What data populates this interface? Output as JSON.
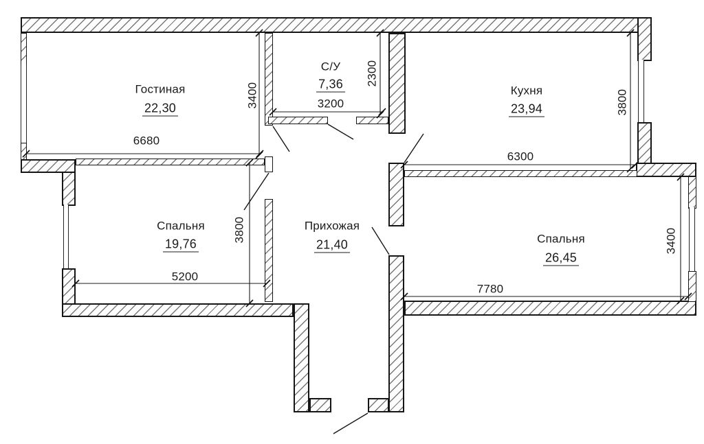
{
  "plan": {
    "title": "apartment-floor-plan",
    "rooms": [
      {
        "id": "gostinaya",
        "name": "Гостиная",
        "area": "22,30"
      },
      {
        "id": "su",
        "name": "С/У",
        "area": "7,36"
      },
      {
        "id": "kuhnya",
        "name": "Кухня",
        "area": "23,94"
      },
      {
        "id": "spalnya1",
        "name": "Спальня",
        "area": "19,76"
      },
      {
        "id": "prihozhaya",
        "name": "Прихожая",
        "area": "21,40"
      },
      {
        "id": "spalnya2",
        "name": "Спальня",
        "area": "26,45"
      }
    ],
    "dims": {
      "gostinaya_width": "6680",
      "gostinaya_height": "3400",
      "su_width": "3200",
      "su_height": "2300",
      "kuhnya_width": "6300",
      "kuhnya_height": "3800",
      "spalnya1_width": "5200",
      "spalnya1_height": "3800",
      "spalnya2_width": "7780",
      "spalnya2_height": "3400"
    },
    "colors": {
      "line": "#1b1b1b",
      "hatch": "#787878",
      "background": "#ffffff"
    }
  }
}
